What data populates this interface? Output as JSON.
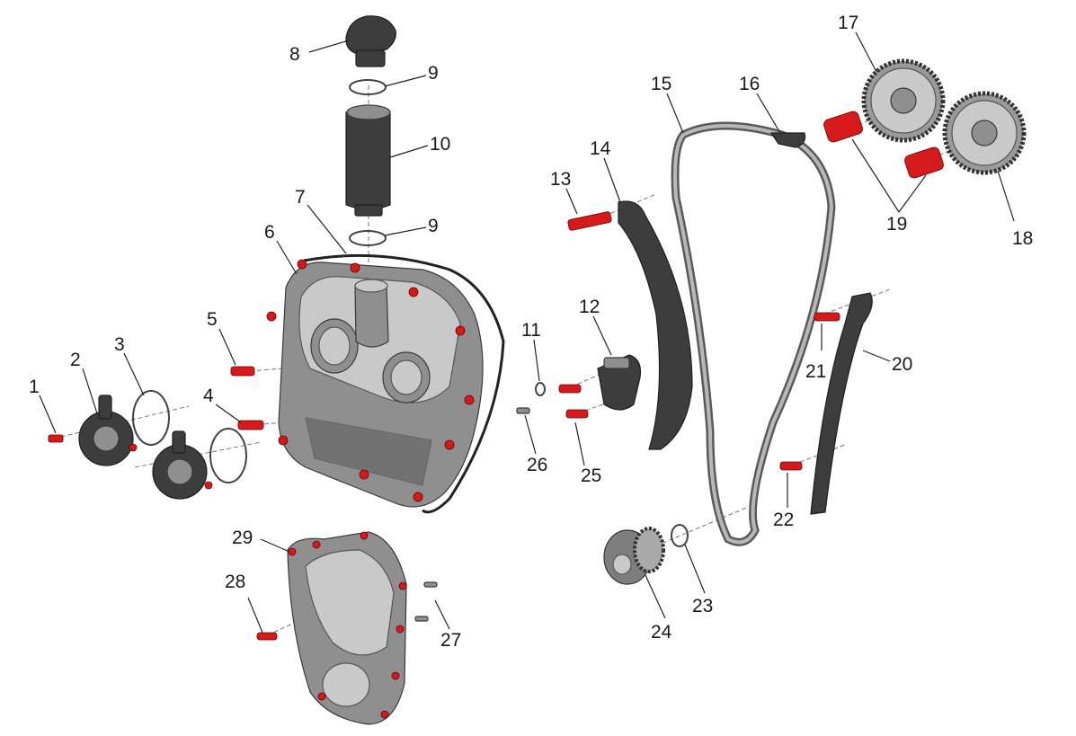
{
  "diagram": {
    "callouts": [
      "1",
      "2",
      "3",
      "4",
      "5",
      "6",
      "7",
      "8",
      "9",
      "9",
      "10",
      "11",
      "12",
      "13",
      "14",
      "15",
      "16",
      "17",
      "18",
      "19",
      "20",
      "21",
      "22",
      "23",
      "24",
      "25",
      "26",
      "27",
      "28",
      "29"
    ]
  },
  "colors": {
    "fastener": "#d41a1a",
    "part_dark": "#3d3d3d",
    "part_metal": "#8f8f8f",
    "part_light": "#c9c9c9",
    "background": "#ffffff"
  }
}
